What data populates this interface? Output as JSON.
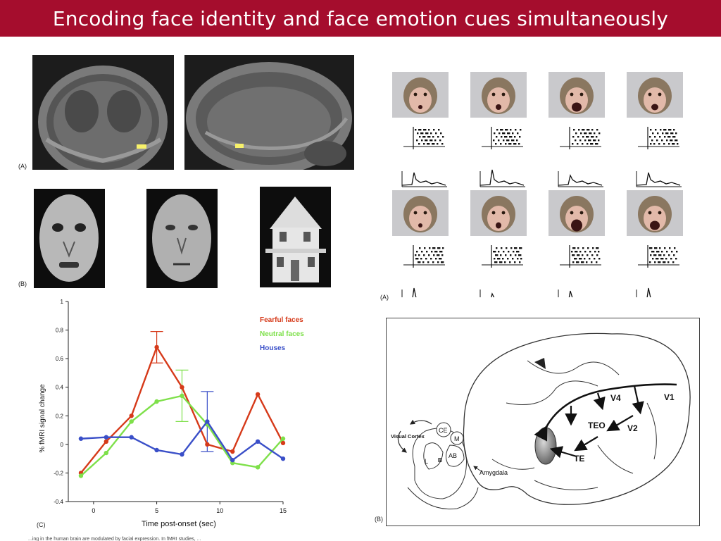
{
  "slide": {
    "title": "Encoding face identity and face emotion cues simultaneously"
  },
  "panels": {
    "mri_label": "(A)",
    "faces_label": "(B)",
    "chart_label": "(C)",
    "monkey_label": "(A)",
    "brain_label": "(B)"
  },
  "brain": {
    "labels": [
      "V1",
      "V2",
      "V4",
      "TEO",
      "TE",
      "CE",
      "M",
      "AB",
      "L",
      "B",
      "Visual Cortex",
      "Amygdala"
    ]
  },
  "footer_caption": "...ing in the human brain are modulated by facial expression. In fMRI studies, ...",
  "colors": {
    "title_bar": "#a50d2d",
    "fearful": "#d63a1a",
    "neutral": "#7ee04a",
    "houses": "#3a4fc8"
  },
  "chart_data": {
    "type": "line",
    "xlabel": "Time post-onset (sec)",
    "ylabel": "% fMRI signal change",
    "xlim": [
      -2,
      15
    ],
    "ylim": [
      -0.4,
      1
    ],
    "xticks": [
      0,
      5,
      10,
      15
    ],
    "yticks": [
      -0.4,
      -0.2,
      0,
      0.2,
      0.4,
      0.6,
      0.8,
      1
    ],
    "ytick_labels": [
      "-0.4",
      "-0.2",
      "0",
      "0.2",
      "0.4",
      "0.6",
      "0.8",
      "1"
    ],
    "legend_position": "top-right",
    "series": [
      {
        "name": "Fearful faces",
        "color": "#d63a1a",
        "x": [
          -1,
          1,
          3,
          5,
          7,
          9,
          11,
          13,
          15
        ],
        "y": [
          -0.2,
          0.02,
          0.2,
          0.68,
          0.4,
          0.0,
          -0.05,
          0.35,
          0.01
        ]
      },
      {
        "name": "Neutral faces",
        "color": "#7ee04a",
        "x": [
          -1,
          1,
          3,
          5,
          7,
          9,
          11,
          13,
          15
        ],
        "y": [
          -0.22,
          -0.06,
          0.16,
          0.3,
          0.34,
          0.14,
          -0.13,
          -0.16,
          0.04
        ]
      },
      {
        "name": "Houses",
        "color": "#3a4fc8",
        "x": [
          -1,
          1,
          3,
          5,
          7,
          9,
          11,
          13,
          15
        ],
        "y": [
          0.04,
          0.05,
          0.05,
          -0.04,
          -0.07,
          0.16,
          -0.11,
          0.02,
          -0.1
        ]
      }
    ],
    "error_bars": [
      {
        "series": "Fearful faces",
        "x": 5,
        "low": 0.57,
        "high": 0.79
      },
      {
        "series": "Neutral faces",
        "x": 7,
        "low": 0.16,
        "high": 0.52
      },
      {
        "series": "Houses",
        "x": 9,
        "low": -0.05,
        "high": 0.37
      }
    ]
  }
}
